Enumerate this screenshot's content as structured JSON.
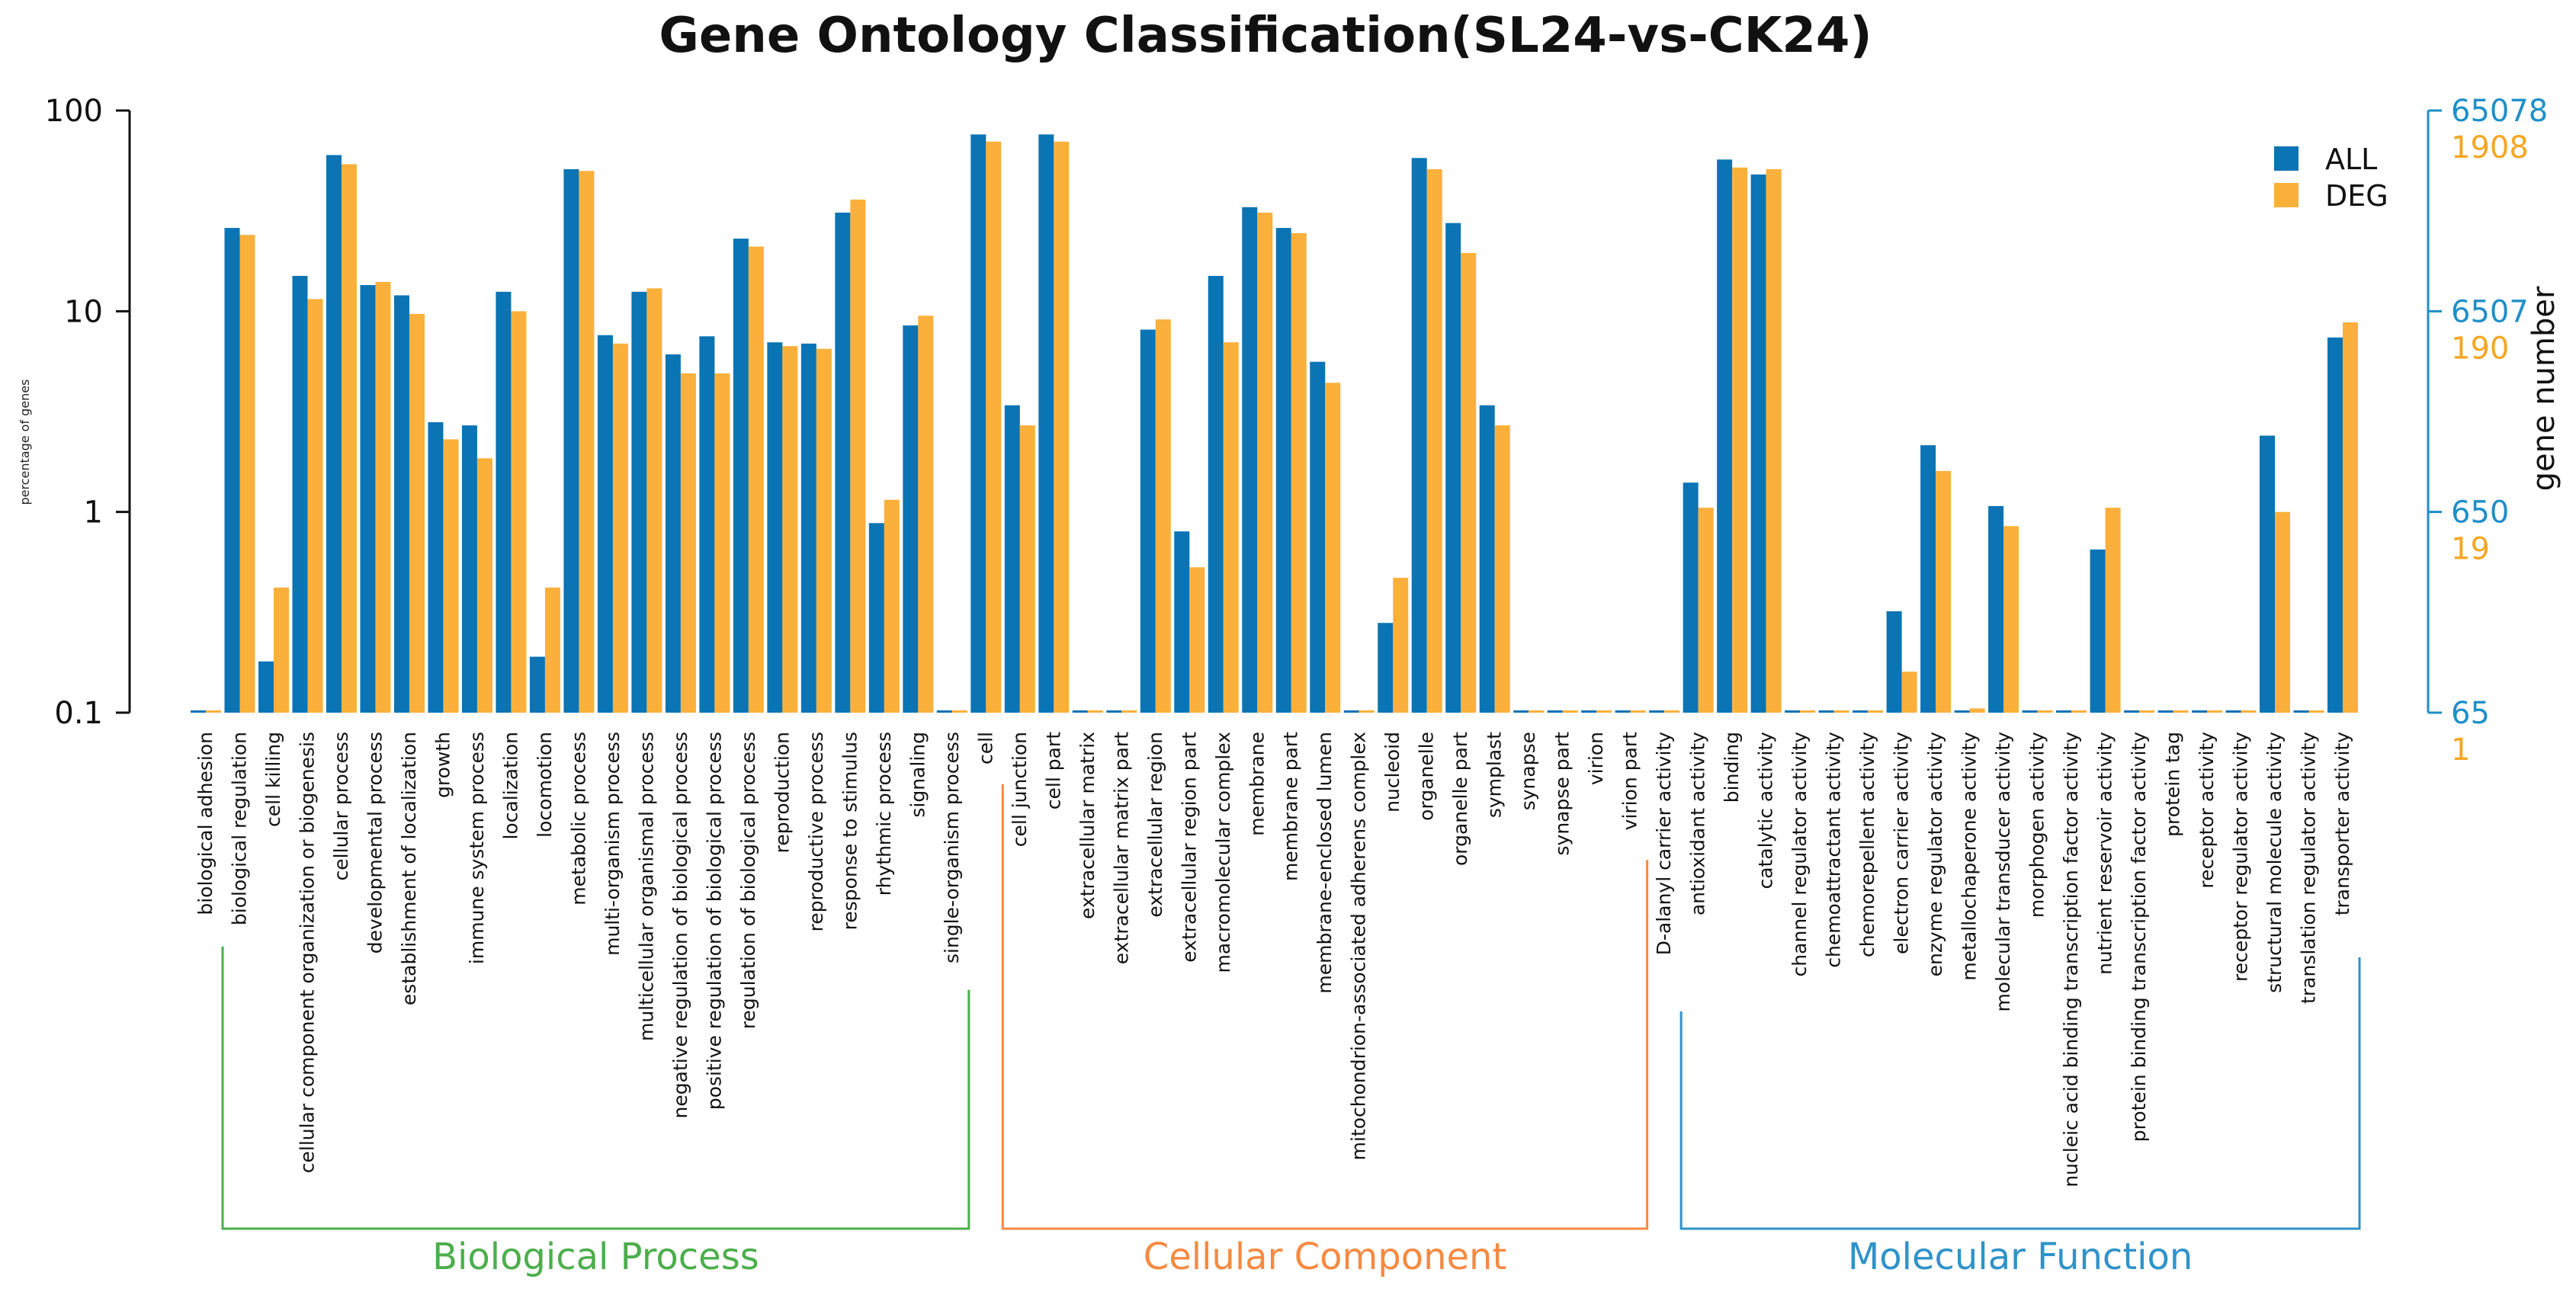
{
  "chart_data": {
    "type": "bar",
    "title": "Gene Ontology Classification(SL24-vs-CK24)",
    "ylabel": "percentage of genes",
    "ylabel_right": "gene number",
    "yscale": "log",
    "ylim": [
      0.1,
      100
    ],
    "yticks": [
      "0.1",
      "1",
      "10",
      "100"
    ],
    "right_ticks_all": [
      "65",
      "650",
      "6507",
      "65078"
    ],
    "right_ticks_deg": [
      "1",
      "19",
      "190",
      "1908"
    ],
    "legend": "top-right",
    "colors": {
      "ALL": "#0a74b5",
      "DEG": "#fbb03b",
      "axis_right_all": "#1f8fc8",
      "axis_right_deg": "#f5a623"
    },
    "categories": [
      "biological adhesion",
      "biological regulation",
      "cell killing",
      "cellular component organization or biogenesis",
      "cellular process",
      "developmental process",
      "establishment of localization",
      "growth",
      "immune system process",
      "localization",
      "locomotion",
      "metabolic process",
      "multi-organism process",
      "multicellular organismal process",
      "negative regulation of biological process",
      "positive regulation of biological process",
      "regulation of biological process",
      "reproduction",
      "reproductive process",
      "response to stimulus",
      "rhythmic process",
      "signaling",
      "single-organism process",
      "cell",
      "cell junction",
      "cell part",
      "extracellular matrix",
      "extracellular matrix part",
      "extracellular region",
      "extracellular region part",
      "macromolecular complex",
      "membrane",
      "membrane part",
      "membrane-enclosed lumen",
      "mitochondrion-associated adherens complex",
      "nucleoid",
      "organelle",
      "organelle part",
      "symplast",
      "synapse",
      "synapse part",
      "virion",
      "virion part",
      "D-alanyl carrier activity",
      "antioxidant activity",
      "binding",
      "catalytic activity",
      "channel regulator activity",
      "chemoattractant activity",
      "chemorepellent activity",
      "electron carrier activity",
      "enzyme regulator activity",
      "metallochaperone activity",
      "molecular transducer activity",
      "morphogen activity",
      "nucleic acid binding transcription factor activity",
      "nutrient reservoir activity",
      "protein binding transcription factor activity",
      "protein tag",
      "receptor activity",
      "receptor regulator activity",
      "structural molecule activity",
      "translation regulator activity",
      "transporter activity"
    ],
    "series": [
      {
        "name": "ALL",
        "values": [
          0.1,
          26,
          0.18,
          15,
          60,
          13.5,
          12,
          2.8,
          2.7,
          12.5,
          0.19,
          51,
          7.6,
          12.5,
          6.1,
          7.5,
          23,
          7,
          6.9,
          31,
          0.88,
          8.5,
          0.1,
          76,
          3.4,
          76,
          0.1,
          0.1,
          8.1,
          0.8,
          15,
          33,
          26,
          5.6,
          0.1,
          0.28,
          58,
          27.5,
          3.4,
          0.1,
          0.1,
          0.1,
          0.1,
          0.1,
          1.4,
          57,
          48,
          0.1,
          0.1,
          0.1,
          0.32,
          2.15,
          0.1,
          1.07,
          0.1,
          0.1,
          0.65,
          0.1,
          0.1,
          0.1,
          0.1,
          2.4,
          0.1,
          7.4
        ]
      },
      {
        "name": "DEG",
        "values": [
          0.1,
          24,
          0.42,
          11.5,
          54,
          14,
          9.7,
          2.3,
          1.85,
          10,
          0.42,
          50,
          6.9,
          13,
          4.9,
          4.9,
          21,
          6.7,
          6.5,
          36,
          1.15,
          9.5,
          0.1,
          70,
          2.7,
          70,
          0.1,
          0.1,
          9.1,
          0.53,
          7,
          31,
          24.5,
          4.4,
          0.1,
          0.47,
          51,
          19.5,
          2.7,
          0.1,
          0.1,
          0.1,
          0.1,
          0.1,
          1.05,
          52,
          51,
          0.1,
          0.1,
          0.1,
          0.16,
          1.6,
          0.105,
          0.85,
          0.1,
          0.1,
          1.05,
          0.1,
          0.1,
          0.1,
          0.1,
          1.0,
          0.1,
          8.8
        ]
      }
    ],
    "groups": [
      {
        "name": "Biological Process",
        "start": 0,
        "end": 22,
        "color": "#4cae4c"
      },
      {
        "name": "Cellular Component",
        "start": 23,
        "end": 42,
        "color": "#f58a42"
      },
      {
        "name": "Molecular Function",
        "start": 43,
        "end": 63,
        "color": "#2f93c9"
      }
    ]
  }
}
